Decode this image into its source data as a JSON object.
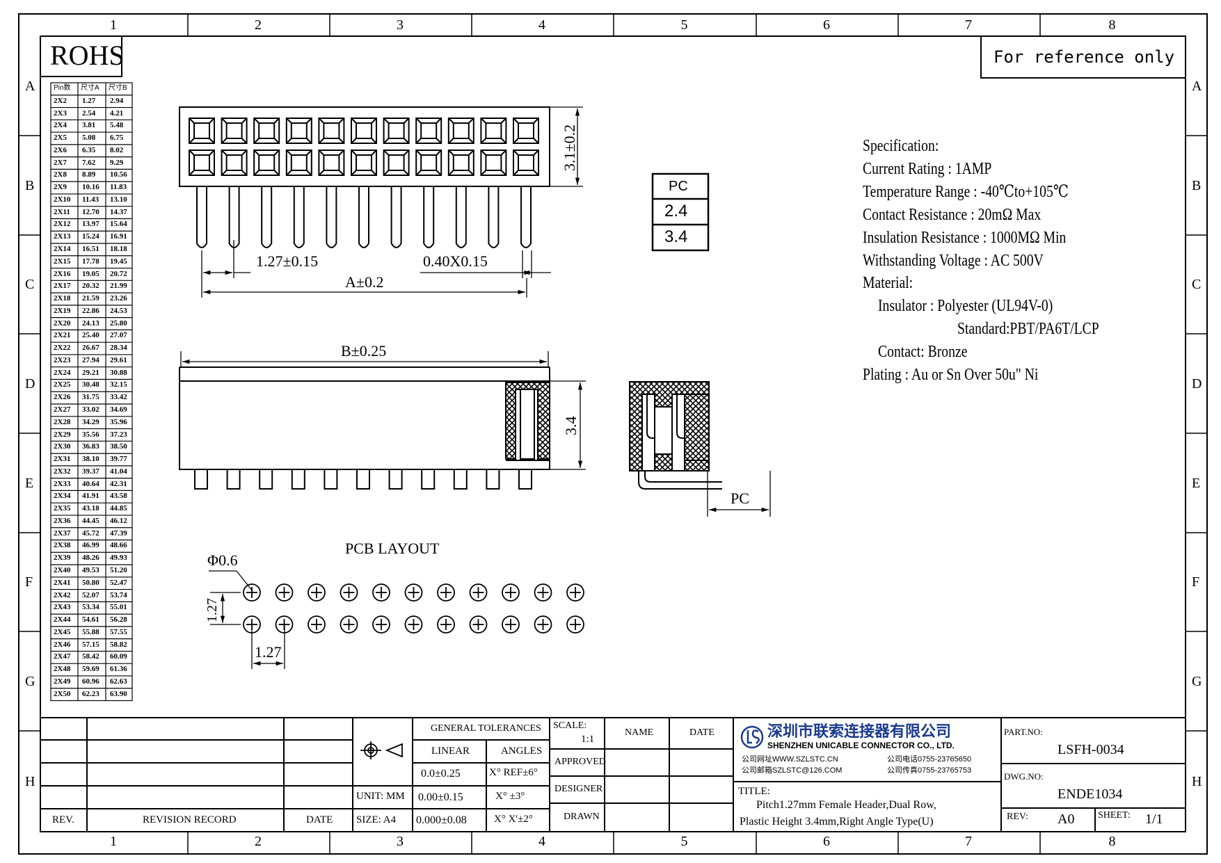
{
  "frame": {
    "columns": [
      "1",
      "2",
      "3",
      "4",
      "5",
      "6",
      "7",
      "8"
    ],
    "rows": [
      "A",
      "B",
      "C",
      "D",
      "E",
      "F",
      "G",
      "H"
    ]
  },
  "rohs": "ROHS",
  "reference_note": "For reference only",
  "pin_table": {
    "headers": [
      "Pin数",
      "尺寸A",
      "尺寸B"
    ],
    "rows": [
      [
        "2X2",
        "1.27",
        "2.94"
      ],
      [
        "2X3",
        "2.54",
        "4.21"
      ],
      [
        "2X4",
        "3.81",
        "5.48"
      ],
      [
        "2X5",
        "5.08",
        "6.75"
      ],
      [
        "2X6",
        "6.35",
        "8.02"
      ],
      [
        "2X7",
        "7.62",
        "9.29"
      ],
      [
        "2X8",
        "8.89",
        "10.56"
      ],
      [
        "2X9",
        "10.16",
        "11.83"
      ],
      [
        "2X10",
        "11.43",
        "13.10"
      ],
      [
        "2X11",
        "12.70",
        "14.37"
      ],
      [
        "2X12",
        "13.97",
        "15.64"
      ],
      [
        "2X13",
        "15.24",
        "16.91"
      ],
      [
        "2X14",
        "16.51",
        "18.18"
      ],
      [
        "2X15",
        "17.78",
        "19.45"
      ],
      [
        "2X16",
        "19.05",
        "20.72"
      ],
      [
        "2X17",
        "20.32",
        "21.99"
      ],
      [
        "2X18",
        "21.59",
        "23.26"
      ],
      [
        "2X19",
        "22.86",
        "24.53"
      ],
      [
        "2X20",
        "24.13",
        "25.80"
      ],
      [
        "2X21",
        "25.40",
        "27.07"
      ],
      [
        "2X22",
        "26.67",
        "28.34"
      ],
      [
        "2X23",
        "27.94",
        "29.61"
      ],
      [
        "2X24",
        "29.21",
        "30.88"
      ],
      [
        "2X25",
        "30.48",
        "32.15"
      ],
      [
        "2X26",
        "31.75",
        "33.42"
      ],
      [
        "2X27",
        "33.02",
        "34.69"
      ],
      [
        "2X28",
        "34.29",
        "35.96"
      ],
      [
        "2X29",
        "35.56",
        "37.23"
      ],
      [
        "2X30",
        "36.83",
        "38.50"
      ],
      [
        "2X31",
        "38.10",
        "39.77"
      ],
      [
        "2X32",
        "39.37",
        "41.04"
      ],
      [
        "2X33",
        "40.64",
        "42.31"
      ],
      [
        "2X34",
        "41.91",
        "43.58"
      ],
      [
        "2X35",
        "43.18",
        "44.85"
      ],
      [
        "2X36",
        "44.45",
        "46.12"
      ],
      [
        "2X37",
        "45.72",
        "47.39"
      ],
      [
        "2X38",
        "46.99",
        "48.66"
      ],
      [
        "2X39",
        "48.26",
        "49.93"
      ],
      [
        "2X40",
        "49.53",
        "51.20"
      ],
      [
        "2X41",
        "50.80",
        "52.47"
      ],
      [
        "2X42",
        "52.07",
        "53.74"
      ],
      [
        "2X43",
        "53.34",
        "55.01"
      ],
      [
        "2X44",
        "54.61",
        "56.28"
      ],
      [
        "2X45",
        "55.88",
        "57.55"
      ],
      [
        "2X46",
        "57.15",
        "58.82"
      ],
      [
        "2X47",
        "58.42",
        "60.09"
      ],
      [
        "2X48",
        "59.69",
        "61.36"
      ],
      [
        "2X49",
        "60.96",
        "62.63"
      ],
      [
        "2X50",
        "62.23",
        "63.90"
      ]
    ]
  },
  "pc_table": [
    "PC",
    "2.4",
    "3.4"
  ],
  "dims": {
    "height": "3.1±0.2",
    "pitch": "1.27±0.15",
    "pin_size": "0.40X0.15",
    "a": "A±0.2",
    "b": "B±0.25",
    "side_height": "3.4",
    "pc": "PC",
    "hole": "Φ0.6",
    "pcb_row": "1.27",
    "pcb_col": "1.27"
  },
  "pcb_label": "PCB LAYOUT",
  "spec": {
    "lines": [
      "Specification:",
      "Current Rating : 1AMP",
      "Temperature Range : -40℃to+105℃",
      "Contact Resistance : 20mΩ Max",
      "Insulation Resistance : 1000MΩ Min",
      "Withstanding Voltage : AC 500V",
      "Material:",
      "Insulator : Polyester (UL94V-0)",
      "Standard:PBT/PA6T/LCP",
      "Contact: Bronze",
      "Plating : Au or Sn Over 50u\" Ni"
    ]
  },
  "title_block": {
    "rev_label": "REV.",
    "revision_record": "REVISION RECORD",
    "date_label": "DATE",
    "unit": "UNIT: MM",
    "size": "SIZE: A4",
    "general_tolerances": "GENERAL TOLERANCES",
    "linear": "LINEAR",
    "angles": "ANGLES",
    "tol_linear": [
      "0.0±0.25",
      "0.00±0.15",
      "0.000±0.08"
    ],
    "tol_angles": [
      "X° REF±6°",
      "X° ±3°",
      "X° X'±2°"
    ],
    "scale_label": "SCALE:",
    "scale_value": "1:1",
    "approved": "APPROVED",
    "designer": "DESIGNER",
    "drawn": "DRAWN",
    "name": "NAME",
    "date": "DATE",
    "company_cn": "深圳市联索连接器有限公司",
    "company_en": "SHENZHEN UNICABLE CONNECTOR CO., LTD.",
    "website": "公司网址WWW.SZLSTC.CN",
    "email": "公司邮箱SZLSTC@126.COM",
    "phone": "公司电话0755-23765650",
    "fax": "公司传真0755-23765753",
    "title_label": "TITLE:",
    "title_line1": "Pitch1.27mm Female Header,Dual Row,",
    "title_line2": "Plastic Height 3.4mm,Right Angle Type(U)",
    "part_label": "PART.NO:",
    "part_no": "LSFH-0034",
    "dwg_label": "DWG.NO:",
    "dwg_no": "ENDE1034",
    "rev_short": "REV:",
    "rev_value": "A0",
    "sheet_label": "SHEET:",
    "sheet_value": "1/1"
  }
}
